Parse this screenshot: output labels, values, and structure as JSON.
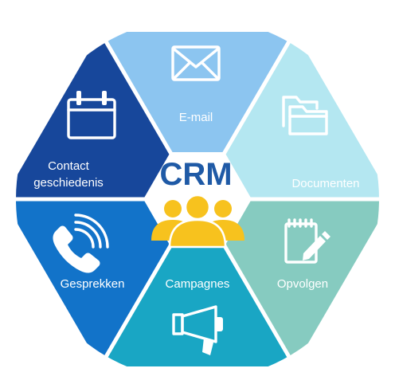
{
  "diagram": {
    "center": {
      "title": "CRM",
      "icon": "people-group-icon",
      "icon_color": "#f7c21e"
    },
    "segments": [
      {
        "id": "email",
        "label_lines": [
          "E-mail"
        ],
        "icon": "envelope-icon",
        "color": "#8cc5f0"
      },
      {
        "id": "documenten",
        "label_lines": [
          "Documenten"
        ],
        "icon": "folders-icon",
        "color": "#b4e7f1"
      },
      {
        "id": "opvolgen",
        "label_lines": [
          "Opvolgen"
        ],
        "icon": "notepad-pencil-icon",
        "color": "#86cbc0"
      },
      {
        "id": "campagnes",
        "label_lines": [
          "Campagnes"
        ],
        "icon": "megaphone-icon",
        "color": "#19a6c4"
      },
      {
        "id": "gesprekken",
        "label_lines": [
          "Gesprekken"
        ],
        "icon": "phone-call-icon",
        "color": "#1273c9"
      },
      {
        "id": "contact-geschiedenis",
        "label_lines": [
          "Contact",
          "geschiedenis"
        ],
        "icon": "calendar-icon",
        "color": "#17479b"
      }
    ]
  }
}
